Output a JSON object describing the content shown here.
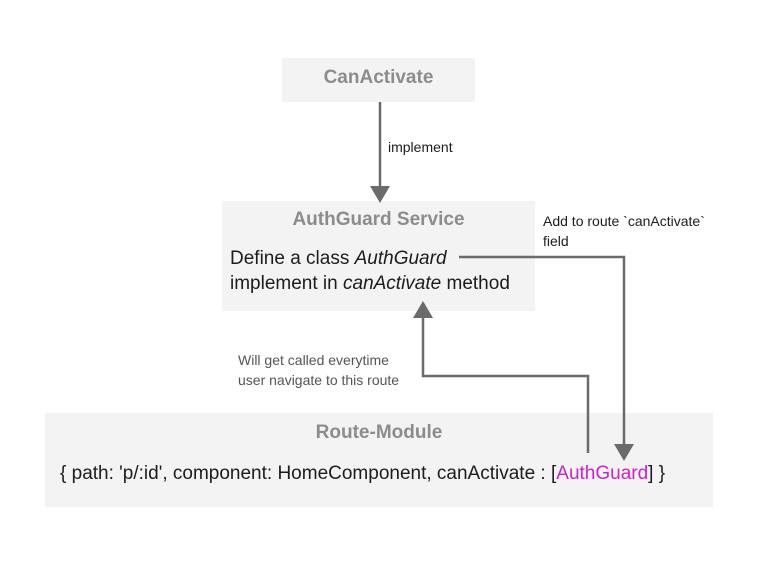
{
  "nodes": {
    "canactivate": {
      "title": "CanActivate"
    },
    "authguard": {
      "title": "AuthGuard Service",
      "line1_plain": "Define a class ",
      "line1_italic": "AuthGuard",
      "line2_plain1": "implement in ",
      "line2_italic": "canActivate",
      "line2_plain2": " method"
    },
    "route": {
      "title": "Route-Module",
      "code_prefix": "{ path: 'p/:id', component: HomeComponent, canActivate : [",
      "code_highlight": "AuthGuard",
      "code_suffix": "] }"
    }
  },
  "edges": {
    "implement": {
      "label": "implement"
    },
    "add_to_route": {
      "label_line1": "Add to route `canActivate`",
      "label_line2": "field"
    },
    "will_get_called": {
      "label_line1": "Will get called everytime",
      "label_line2": "user navigate to this route"
    }
  },
  "colors": {
    "box_fill": "#f3f3f3",
    "title_gray": "#8c8c8c",
    "arrow_gray": "#6b6b6b",
    "highlight_magenta": "#d11fc8"
  }
}
